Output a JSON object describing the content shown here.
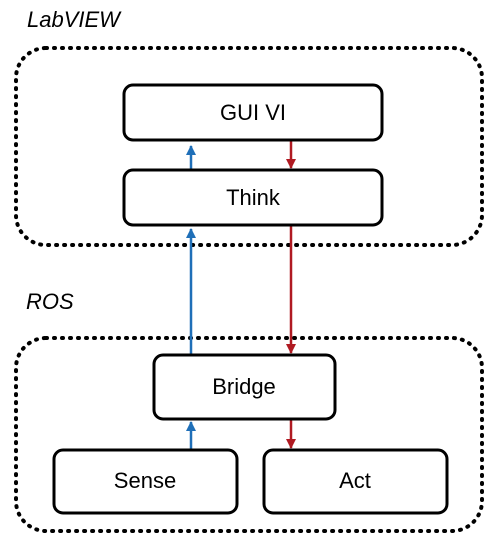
{
  "colors": {
    "up_arrow": "#1f6fb8",
    "down_arrow": "#b01a22",
    "outline": "#000000"
  },
  "groups": {
    "labview": {
      "label": "LabVIEW"
    },
    "ros": {
      "label": "ROS"
    }
  },
  "nodes": {
    "gui_vi": {
      "label": "GUI VI"
    },
    "think": {
      "label": "Think"
    },
    "bridge": {
      "label": "Bridge"
    },
    "sense": {
      "label": "Sense"
    },
    "act": {
      "label": "Act"
    }
  }
}
